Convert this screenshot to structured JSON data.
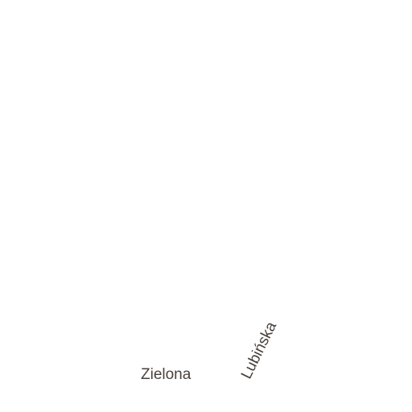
{
  "map": {
    "labels": [
      {
        "text": "Zielona",
        "type": "street"
      },
      {
        "text": "Lubińska",
        "type": "street"
      }
    ],
    "colors": {
      "background": "#ffffff",
      "label_text": "#4a423c"
    }
  }
}
